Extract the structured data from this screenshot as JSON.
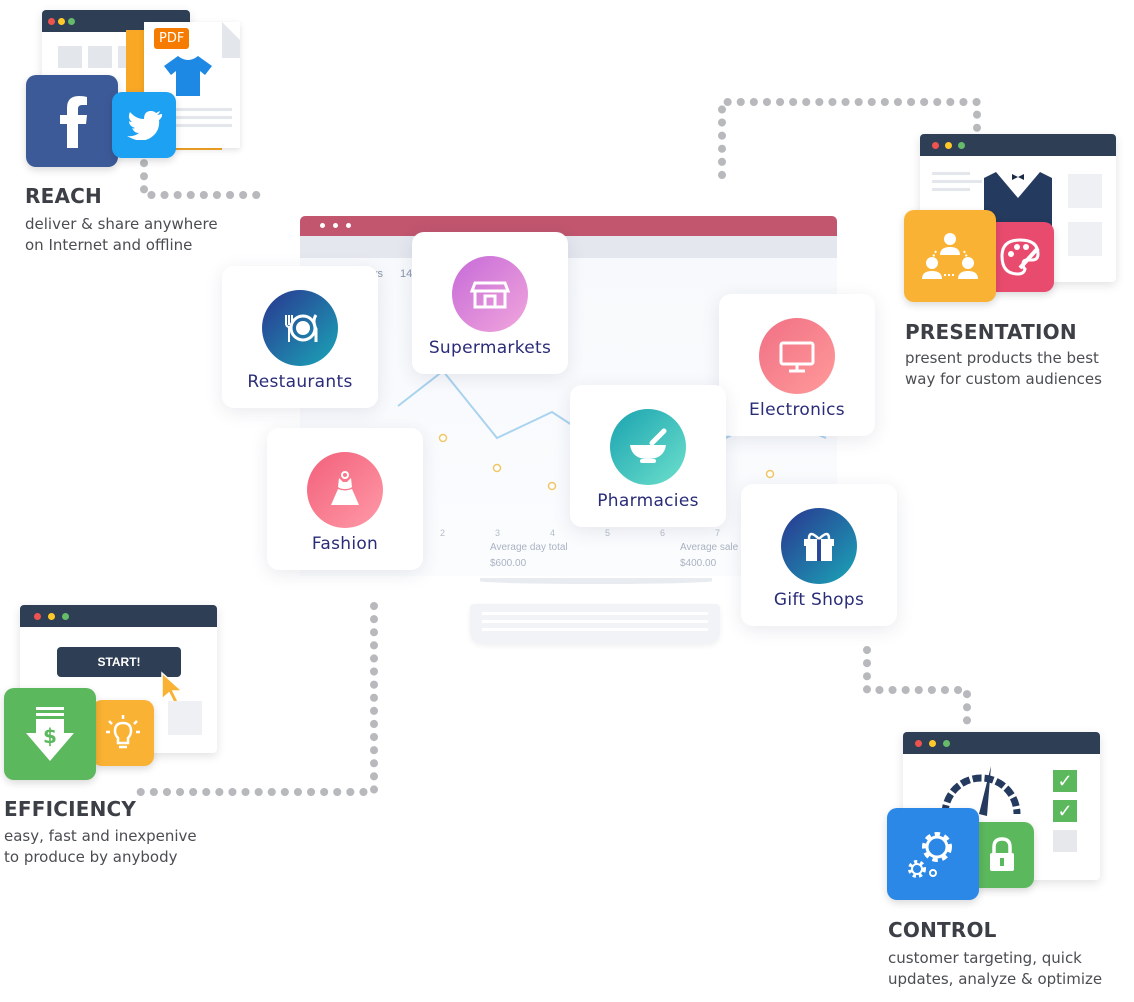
{
  "features": {
    "reach": {
      "title": "REACH",
      "desc1": "deliver & share anywhere",
      "desc2": "on Internet and offline",
      "doc_badge": "PDF"
    },
    "presentation": {
      "title": "PRESENTATION",
      "desc1": "present products the best",
      "desc2": "way for custom audiences"
    },
    "efficiency": {
      "title": "EFFICIENCY",
      "desc1": "easy, fast and inexpenive",
      "desc2": "to produce by anybody",
      "button": "START!"
    },
    "control": {
      "title": "CONTROL",
      "desc1": "customer targeting, quick",
      "desc2": "updates, analyze & optimize"
    }
  },
  "categories": [
    {
      "label": "Restaurants",
      "icon": "cutlery-icon"
    },
    {
      "label": "Supermarkets",
      "icon": "store-icon"
    },
    {
      "label": "Electronics",
      "icon": "monitor-icon"
    },
    {
      "label": "Pharmacies",
      "icon": "mortar-pestle-icon"
    },
    {
      "label": "Fashion",
      "icon": "dress-icon"
    },
    {
      "label": "Gift Shops",
      "icon": "gift-icon"
    }
  ],
  "dashboard": {
    "partial_label": "ys",
    "partial_number": "14",
    "ticks": [
      "2",
      "3",
      "4",
      "5",
      "6",
      "7"
    ],
    "stat1_label": "Average day total",
    "stat1_value": "$600.00",
    "stat2_label": "Average sale",
    "stat2_value": "$400.00"
  },
  "colors": {
    "navy": "#2e3f55",
    "facebook": "#3d5a98",
    "twitter": "#1da1f2",
    "orange": "#f9a825",
    "pink": "#e94b6f",
    "green": "#5cb85c",
    "blue": "#2b88e6",
    "card_text": "#2a2c78"
  }
}
